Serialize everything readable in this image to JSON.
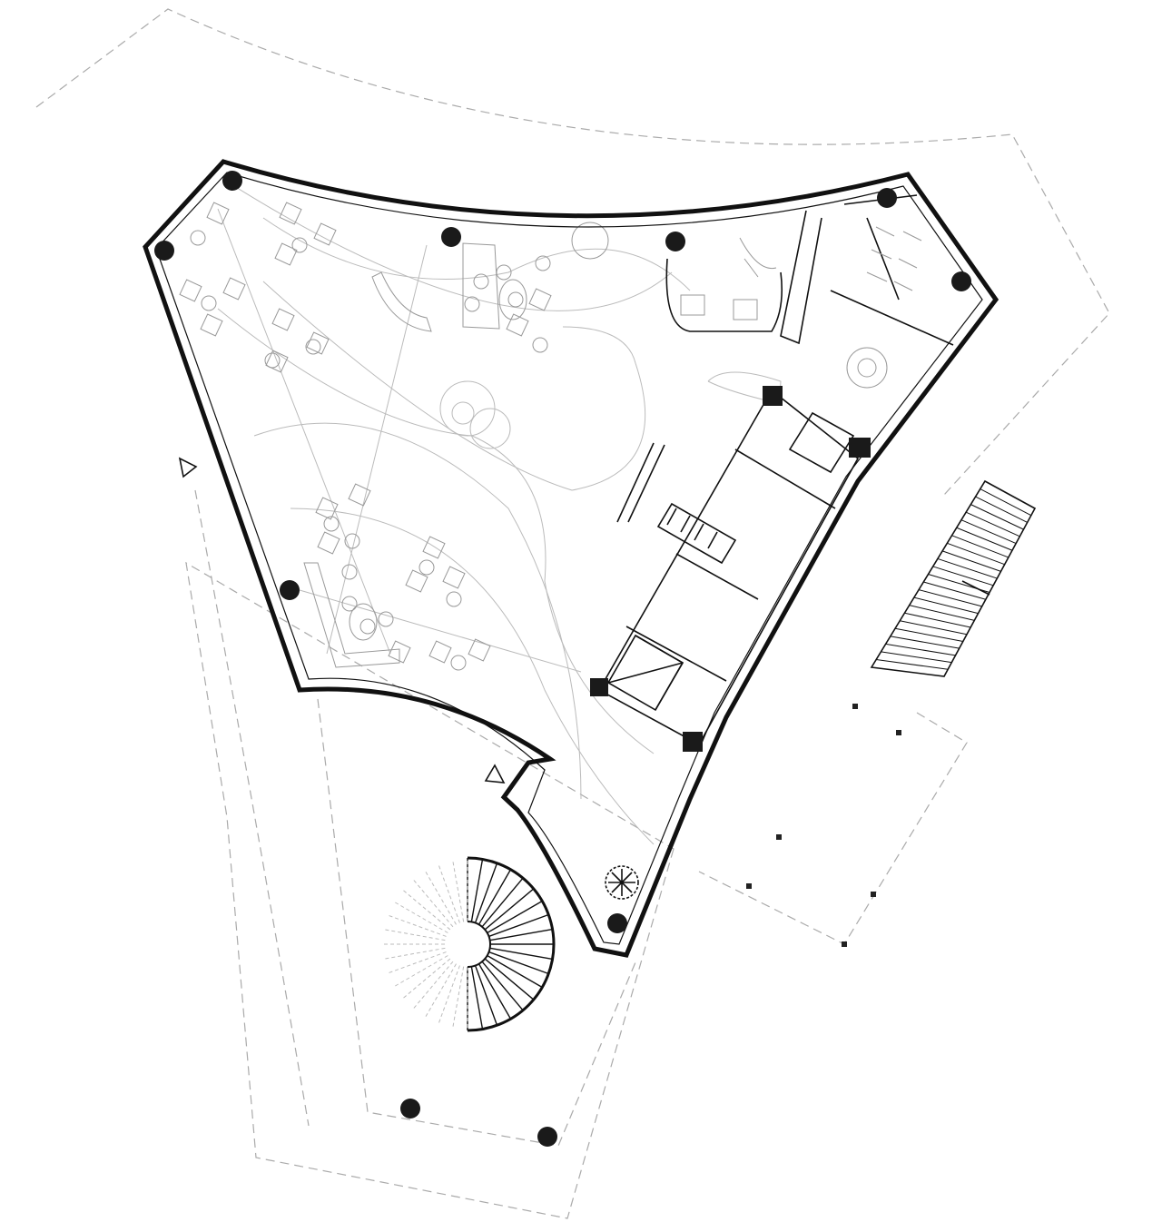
{
  "colors": {
    "wall": "#111111",
    "column": "#1a1a1a",
    "furniture": "#999999",
    "boundary": "#aaaaaa",
    "background": "#ffffff"
  },
  "columns_count": 10,
  "spiral_stair_treads": 18,
  "straight_stair_treads": 24
}
